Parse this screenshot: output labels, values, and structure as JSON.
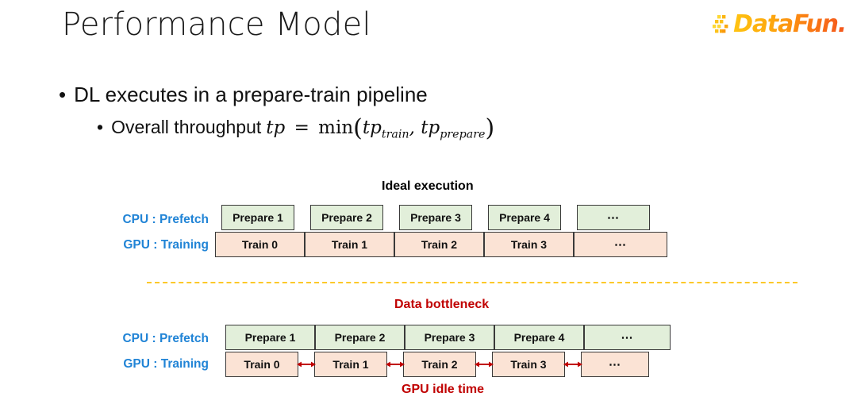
{
  "slide": {
    "title": "Performance Model",
    "logo": {
      "text": "DataFun.",
      "dots_icon": "datafun-dots-icon",
      "colors": {
        "yellow": "#ffc412",
        "orange": "#fa7a14",
        "red_orange": "#f4551c"
      }
    }
  },
  "bullets": {
    "marker": "•",
    "level1": "DL executes in a prepare-train pipeline",
    "level2_prefix": "Overall throughput",
    "formula": {
      "lhs": "tp",
      "equals": "=",
      "func": "min",
      "open_paren": "(",
      "arg1_base": "tp",
      "arg1_sub": "train",
      "comma": ",",
      "arg2_base": "tp",
      "arg2_sub": "prepare",
      "close_paren": ")",
      "plain": "tp = min(tp_train, tp_prepare)"
    }
  },
  "diagrams": [
    {
      "id": "ideal-execution",
      "title": "Ideal execution",
      "title_color": "#000000",
      "rows": [
        {
          "label": "CPU : Prefetch",
          "label_color": "#2184d6",
          "kind": "prepare",
          "fill": "#e2efda"
        },
        {
          "label": "GPU : Training",
          "label_color": "#2184d6",
          "kind": "train",
          "fill": "#fbe3d5"
        }
      ],
      "prepare_cells": [
        "Prepare 1",
        "Prepare 2",
        "Prepare 3",
        "Prepare 4",
        "⋯"
      ],
      "train_cells": [
        "Train 0",
        "Train 1",
        "Train 2",
        "Train 3",
        "⋯"
      ],
      "has_idle_gaps": false,
      "footnote": ""
    },
    {
      "id": "data-bottleneck",
      "title": "Data bottleneck",
      "title_color": "#c00000",
      "rows": [
        {
          "label": "CPU : Prefetch",
          "label_color": "#2184d6",
          "kind": "prepare",
          "fill": "#e2efda"
        },
        {
          "label": "GPU : Training",
          "label_color": "#2184d6",
          "kind": "train",
          "fill": "#fbe3d5"
        }
      ],
      "prepare_cells": [
        "Prepare 1",
        "Prepare 2",
        "Prepare 3",
        "Prepare 4",
        "⋯"
      ],
      "train_cells": [
        "Train 0",
        "Train 1",
        "Train 2",
        "Train 3",
        "⋯"
      ],
      "has_idle_gaps": true,
      "idle_arrow_color": "#c00000",
      "footnote": "GPU idle time"
    }
  ],
  "divider": {
    "style": "dashed",
    "color": "#fcc829"
  }
}
